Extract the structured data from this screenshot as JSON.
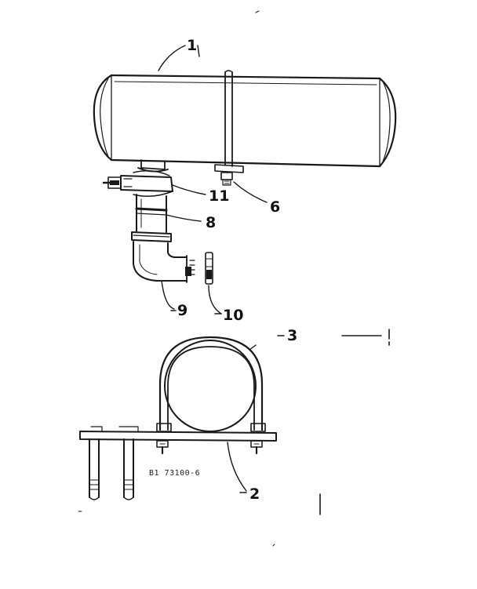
{
  "diagram": {
    "figure_code": "B1   73100-6",
    "ink_color": "#1a1a1a",
    "callouts": [
      {
        "id": "tank",
        "label": "1"
      },
      {
        "id": "u-bolt-strap",
        "label": "2"
      },
      {
        "id": "u-bolt",
        "label": "3"
      },
      {
        "id": "nut",
        "label": "6"
      },
      {
        "id": "nipple",
        "label": "8"
      },
      {
        "id": "elbow",
        "label": "9"
      },
      {
        "id": "plug",
        "label": "10"
      },
      {
        "id": "clamp",
        "label": "11"
      }
    ]
  }
}
